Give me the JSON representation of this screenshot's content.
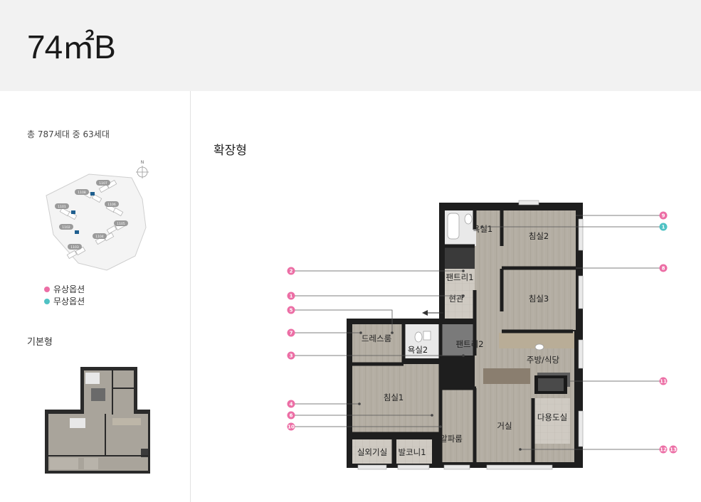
{
  "page": {
    "title": "74㎡B"
  },
  "summary": {
    "unit_count": "총 787세대 중 63세대"
  },
  "site_map": {
    "north": "N",
    "buildings": [
      "1101",
      "1102",
      "1103",
      "1104",
      "1105",
      "1106",
      "1107",
      "1108"
    ]
  },
  "legend": {
    "paid": {
      "label": "유상옵션",
      "color": "#ec6ea5"
    },
    "free": {
      "label": "무상옵션",
      "color": "#4fc2c4"
    }
  },
  "basic": {
    "label": "기본형"
  },
  "extended": {
    "label": "확장형"
  },
  "rooms": {
    "bath1": "욕실1",
    "bed2": "침실2",
    "pantry1": "팬트리1",
    "entrance": "현관",
    "bed3": "침실3",
    "dress": "드레스룸",
    "bath2": "욕실2",
    "pantry2": "팬트리2",
    "kitchen": "주방/식당",
    "bed1": "침실1",
    "utility": "다용도실",
    "living": "거실",
    "alpha": "알파룸",
    "outdoor": "실외기실",
    "balcony": "발코니1"
  },
  "markers": {
    "m1": "1",
    "m2": "2",
    "m3": "3",
    "m4": "4",
    "m5": "5",
    "m6": "6",
    "m7": "7",
    "m8": "8",
    "m9": "9",
    "m10": "10",
    "m11": "11",
    "m12": "12",
    "m13": "13",
    "m1b": "1"
  }
}
